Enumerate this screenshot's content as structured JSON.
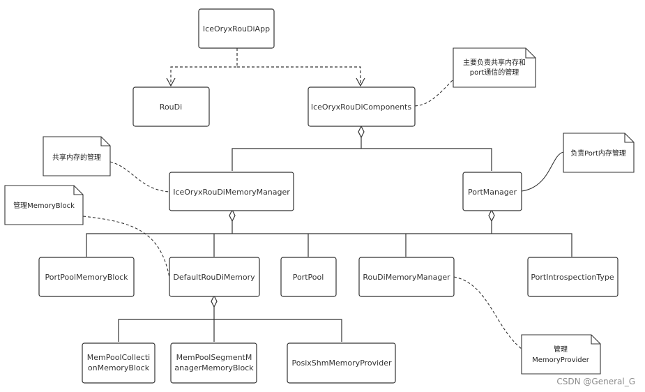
{
  "boxes": {
    "app": "IceOryxRouDiApp",
    "roudi": "RouDi",
    "components": "IceOryxRouDiComponents",
    "memory_manager": "IceOryxRouDiMemoryManager",
    "port_manager": "PortManager",
    "port_pool_memory_block": "PortPoolMemoryBlock",
    "default_roudi_memory": "DefaultRouDiMemory",
    "port_pool": "PortPool",
    "roudi_memory_manager": "RouDiMemoryManager",
    "port_introspection_type": "PortIntrospectionType",
    "mempool_collection": [
      "MemPoolCollecti",
      "onMemoryBlock"
    ],
    "mempool_segment": [
      "MemPoolSegmentM",
      "anagerMemoryBlock"
    ],
    "posix_shm": "PosixShmMemoryProvider"
  },
  "notes": {
    "components_note": [
      "主要负责共享内存和",
      "port通信的管理"
    ],
    "shared_memory_note": "共享内存的管理",
    "port_note": "负责Port内存管理",
    "memory_block_note": "管理MemoryBlock",
    "memory_provider_note": [
      "管理",
      "MemoryProvider"
    ]
  },
  "watermark": "CSDN @General_G"
}
